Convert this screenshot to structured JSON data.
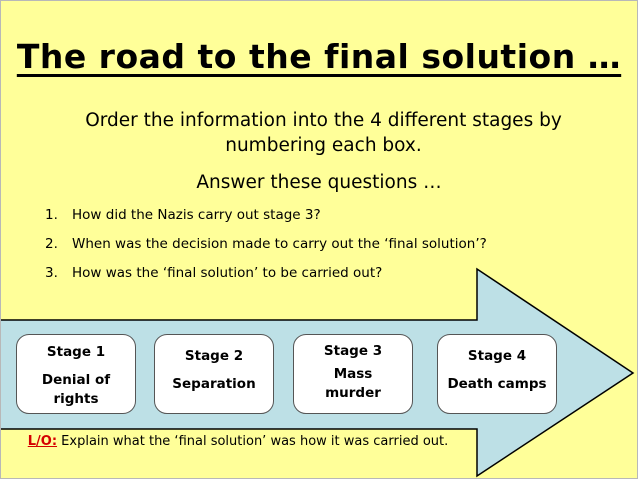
{
  "slide": {
    "title": "The road to the final solution …",
    "intro": "Order the information into the 4 different stages by numbering each box.",
    "answer_heading": "Answer these questions …",
    "questions": [
      {
        "number": "1.",
        "text": "How did the Nazis carry out stage 3?"
      },
      {
        "number": "2.",
        "text": "When was the decision made to carry out the ‘final solution’?"
      },
      {
        "number": "3.",
        "text": "How was the ‘final solution’ to be carried out?"
      }
    ],
    "stages": [
      {
        "title": "Stage 1",
        "description": "Denial of rights"
      },
      {
        "title": "Stage 2",
        "description": "Separation"
      },
      {
        "title": "Stage 3",
        "description": "Mass murder"
      },
      {
        "title": "Stage 4",
        "description": "Death camps"
      }
    ],
    "learning_objective": {
      "label": "L/O:",
      "text": " Explain what the ‘final solution’ was how it was carried out."
    }
  },
  "colors": {
    "background": "#ffff99",
    "arrow_fill": "#bde0e6",
    "arrow_stroke": "#000000",
    "lo_label": "#d40000"
  }
}
